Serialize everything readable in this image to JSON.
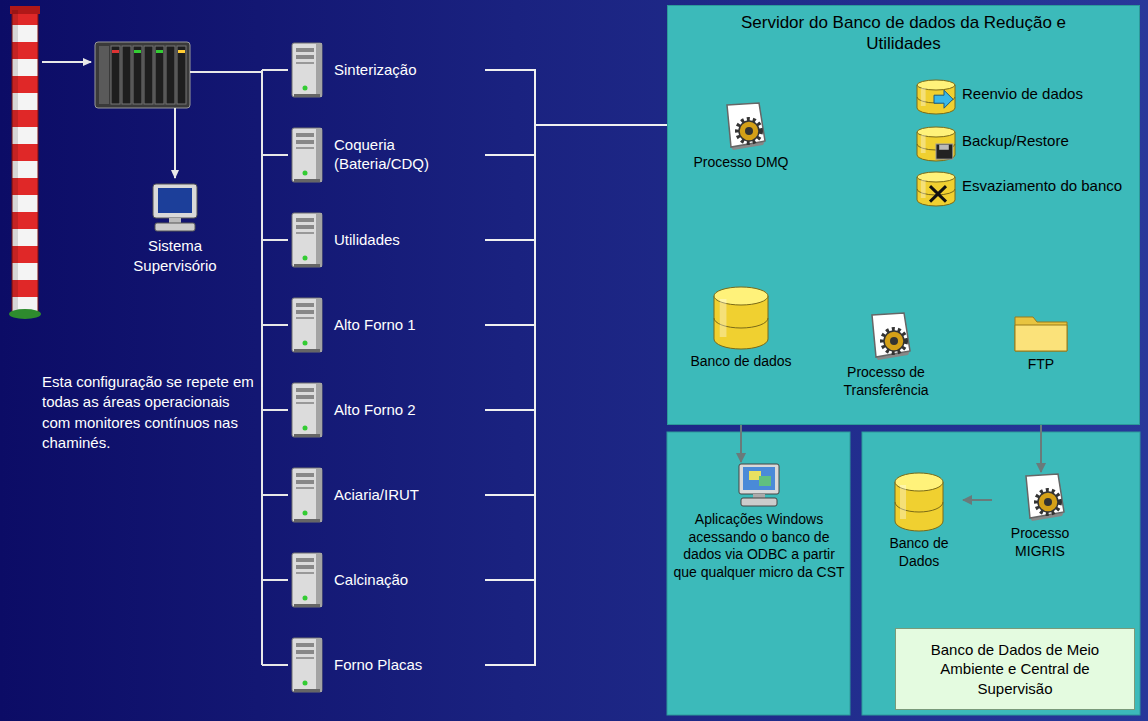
{
  "diagram": {
    "nodes": [
      {
        "text": [
          "Sistema Supervisório"
        ]
      },
      {
        "text": [
          "Sinterização"
        ]
      },
      {
        "text": [
          "Coqueria (Bateria/CDQ)"
        ]
      },
      {
        "text": [
          "Utilidades"
        ]
      },
      {
        "text": [
          "Alto Forno 1"
        ]
      },
      {
        "text": [
          "Alto Forno 2"
        ]
      },
      {
        "text": [
          "Aciaria/IRUT"
        ]
      },
      {
        "text": [
          "Calcinação"
        ]
      },
      {
        "text": [
          "Forno Placas"
        ]
      },
      {
        "text": [
          "Servidor do Banco de dados da Redução e Utilidades"
        ]
      },
      {
        "text": [
          "Processo DMQ"
        ],
        "in": 9
      },
      {
        "text": [
          "Reenvio de dados"
        ],
        "in": 9
      },
      {
        "text": [
          "Backup/Restore"
        ],
        "in": 9
      },
      {
        "text": [
          "Esvaziamento do banco"
        ],
        "in": 9
      },
      {
        "text": [
          "Banco de dados"
        ],
        "in": 9
      },
      {
        "text": [
          "Processo de Transferência"
        ],
        "in": 9
      },
      {
        "text": [
          "FTP"
        ],
        "in": 9
      },
      {
        "text": [
          "Aplicações Windows acessando o banco de dados via ODBC a partir que qualquer micro da CST"
        ]
      },
      {
        "text": [
          "Banco de Dados"
        ]
      },
      {
        "text": [
          "Processo MIGRIS"
        ]
      },
      {
        "text": [
          "Banco de Dados de Meio Ambiente e Central de Supervisão"
        ]
      }
    ],
    "edges": [
      {
        "from": 1,
        "to": 10,
        "arrow": "to"
      },
      {
        "from": 2,
        "to": 10,
        "arrow": "to"
      },
      {
        "from": 3,
        "to": 10,
        "arrow": "to"
      },
      {
        "from": 4,
        "to": 10,
        "arrow": "to"
      },
      {
        "from": 5,
        "to": 10,
        "arrow": "to"
      },
      {
        "from": 6,
        "to": 10,
        "arrow": "to"
      },
      {
        "from": 7,
        "to": 10,
        "arrow": "to"
      },
      {
        "from": 8,
        "to": 10,
        "arrow": "to"
      },
      {
        "from": 10,
        "to": 14,
        "arrow": "to"
      },
      {
        "from": 11,
        "to": 14,
        "arrow": "to"
      },
      {
        "from": 12,
        "to": 14,
        "arrow": "to"
      },
      {
        "from": 13,
        "to": 14,
        "arrow": "to"
      },
      {
        "from": 14,
        "to": 15,
        "arrow": "to"
      },
      {
        "from": 15,
        "to": 16,
        "arrow": "to"
      },
      {
        "from": 16,
        "to": 19,
        "arrow": "to"
      },
      {
        "from": 19,
        "to": 18,
        "arrow": "to"
      },
      {
        "from": 14,
        "to": 17,
        "arrow": "both"
      }
    ],
    "labels": [
      "Esta configuração se repete em todas as áreas operacionais com monitores contínuos nas chaminés."
    ]
  }
}
